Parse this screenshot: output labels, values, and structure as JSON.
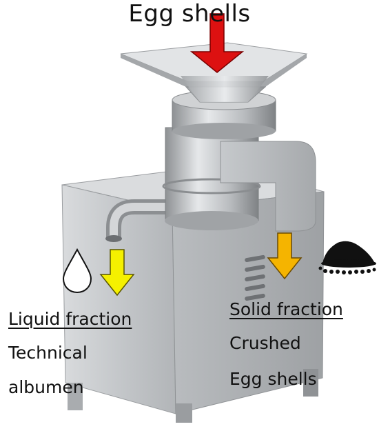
{
  "title": "Egg shells",
  "left": {
    "heading": "Liquid fraction",
    "line1": "Technical",
    "line2": "albumen"
  },
  "right": {
    "heading": "Solid fraction",
    "line1": "Crushed",
    "line2": "Egg shells"
  },
  "colors": {
    "input_arrow": "#dd1111",
    "liquid_arrow": "#f5f000",
    "solid_arrow": "#f5b400",
    "steel": "#c8cbce"
  },
  "icons": [
    "drop-icon",
    "shell-pile-icon"
  ]
}
